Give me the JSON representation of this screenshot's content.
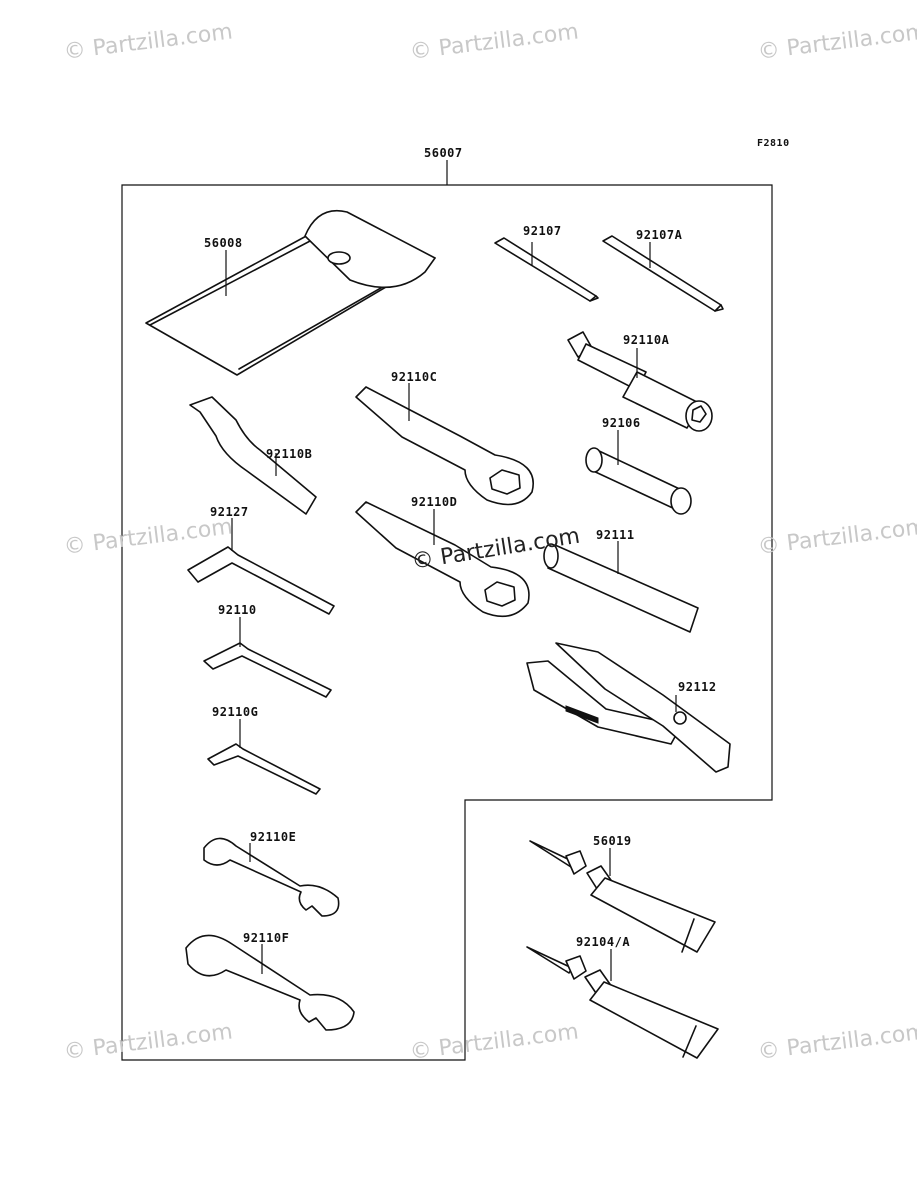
{
  "figure_code": "F2810",
  "assembly_part": "56007",
  "watermark": "© Partzilla.com",
  "parts": {
    "p56008": "56008",
    "p92107": "92107",
    "p92107A": "92107A",
    "p92110A": "92110A",
    "p92110C": "92110C",
    "p92106": "92106",
    "p92110B": "92110B",
    "p92127": "92127",
    "p92110D": "92110D",
    "p92111": "92111",
    "p92110": "92110",
    "p92112": "92112",
    "p92110G": "92110G",
    "p56019": "56019",
    "p92110E": "92110E",
    "p92104A": "92104/A",
    "p92110F": "92110F"
  }
}
